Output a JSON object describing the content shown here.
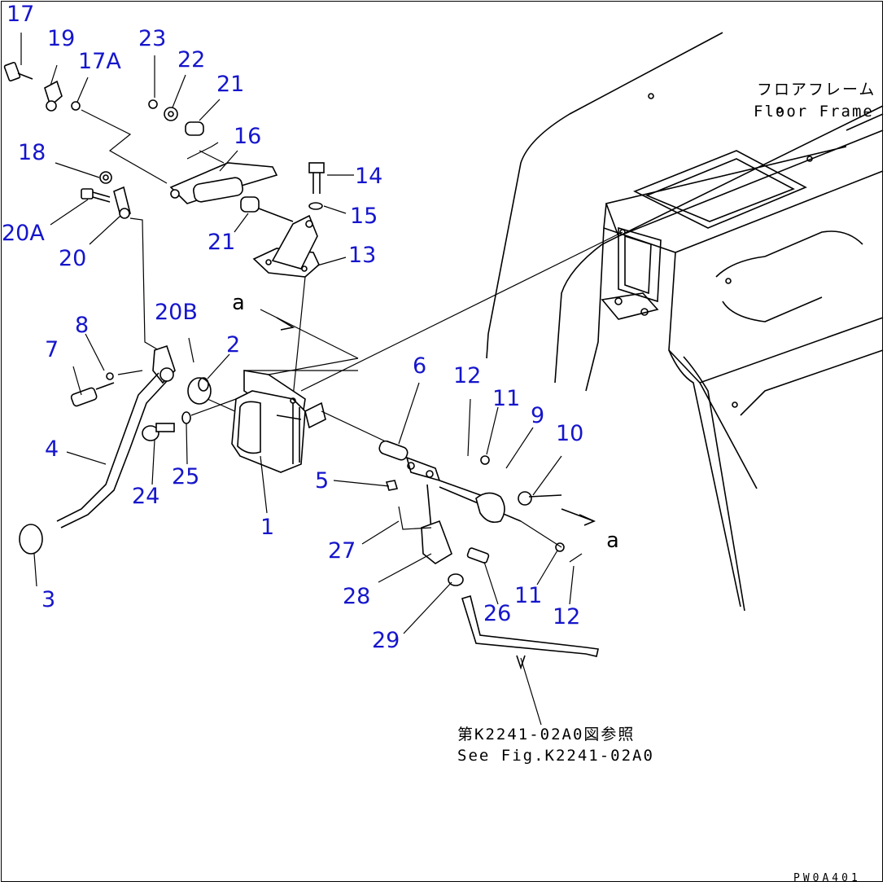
{
  "diagram": {
    "part_numbers": [
      "17",
      "19",
      "17A",
      "23",
      "22",
      "21",
      "16",
      "18",
      "14",
      "15",
      "20A",
      "20",
      "21",
      "13",
      "20B",
      "2",
      "6",
      "12",
      "11",
      "9",
      "10",
      "8",
      "7",
      "4",
      "24",
      "25",
      "5",
      "1",
      "27",
      "28",
      "26",
      "11",
      "12",
      "29",
      "3"
    ],
    "labels": {
      "floor_frame_jp": "フロアフレーム",
      "floor_frame_en": "Floor Frame",
      "view_a_top": "a",
      "view_a_right": "a",
      "ref_jp": "第K2241-02A0図参照",
      "ref_en": "See Fig.K2241-02A0",
      "drawing_code": "PW0A401"
    }
  }
}
